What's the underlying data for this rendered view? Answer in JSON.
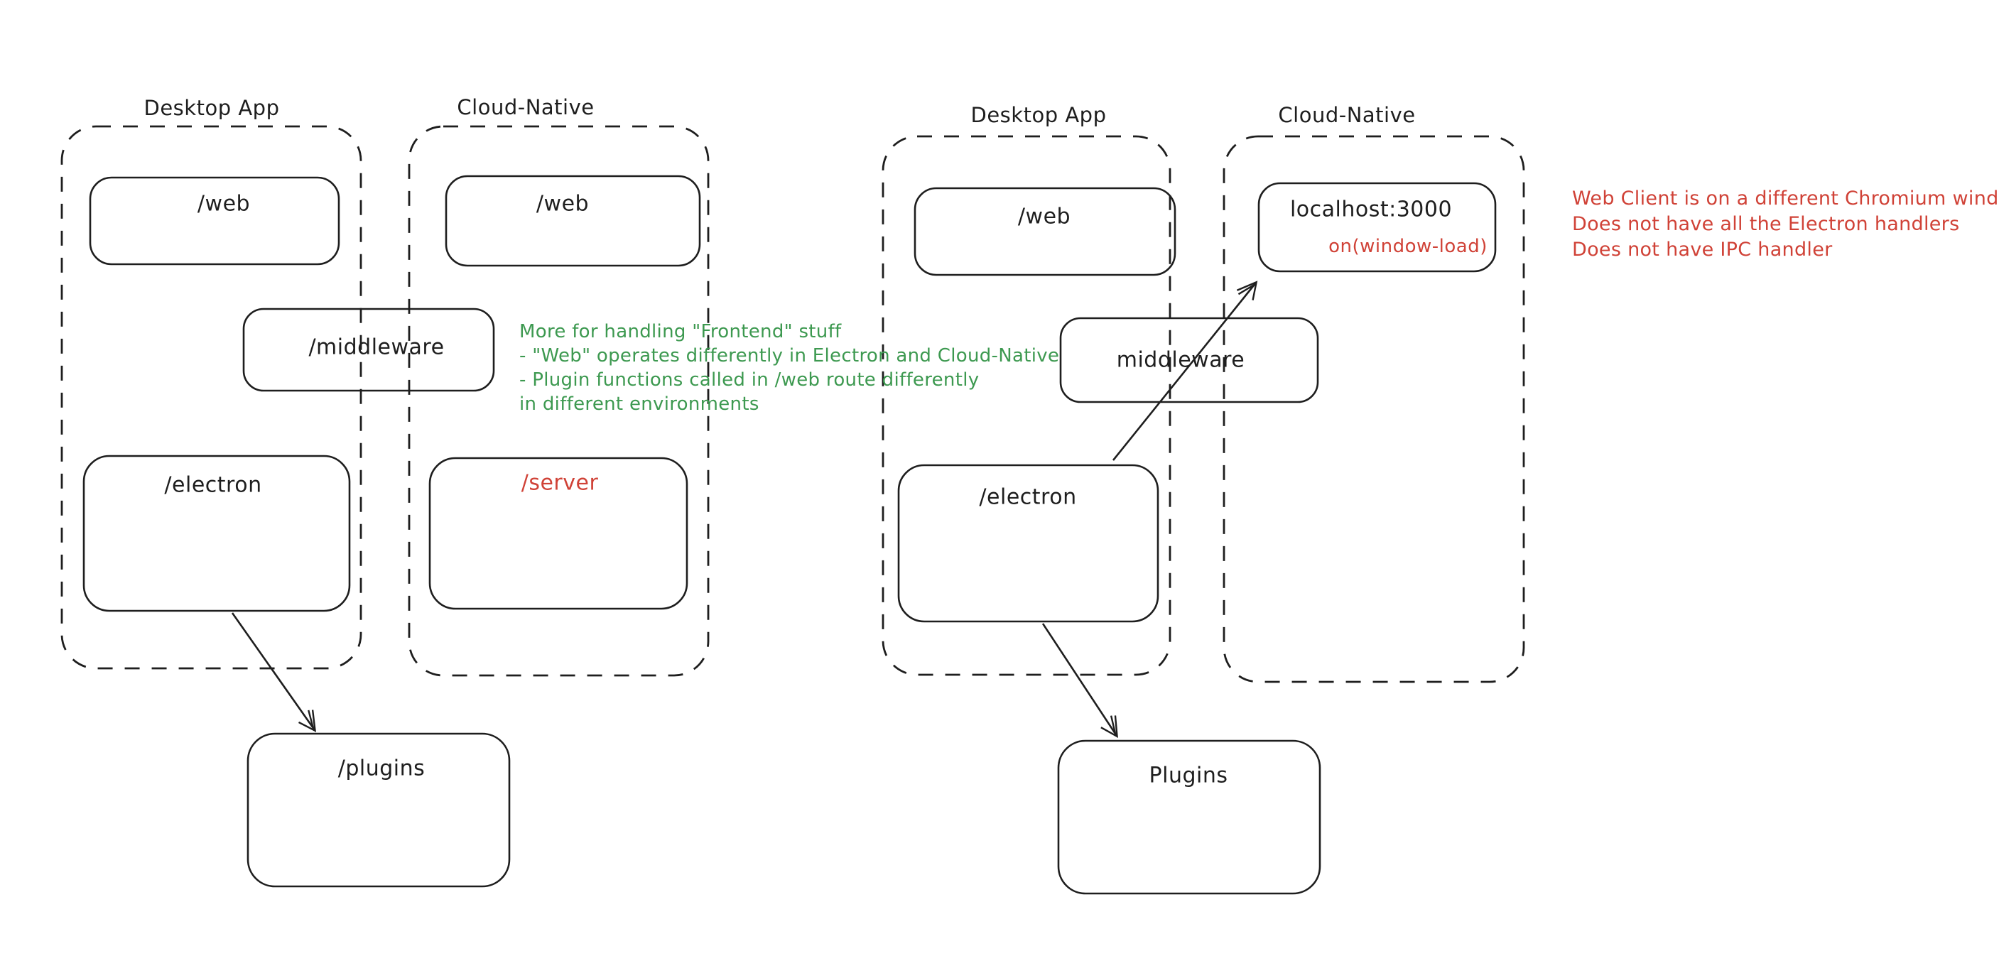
{
  "colors": {
    "ink": "#1e1e1e",
    "red": "#d04237",
    "green": "#3d9950",
    "bg": "#ffffff"
  },
  "left_diagram": {
    "desktop_container_label": "Desktop App",
    "cloud_container_label": "Cloud-Native",
    "desktop_web_box": "/web",
    "cloud_web_box": "/web",
    "middleware_box": "/middleware",
    "electron_box": "/electron",
    "server_box": "/server",
    "plugins_box": "/plugins"
  },
  "right_diagram": {
    "desktop_container_label": "Desktop App",
    "cloud_container_label": "Cloud-Native",
    "desktop_web_box": "/web",
    "middleware_box": "middleware",
    "electron_box": "/electron",
    "localhost_box": "localhost:3000",
    "localhost_event": "on(window-load)",
    "plugins_box": "Plugins"
  },
  "annotations": {
    "green_note_lines": [
      "More for handling \"Frontend\" stuff",
      "- \"Web\" operates differently in Electron and Cloud-Native",
      "- Plugin functions called in /web route differently",
      "in different environments"
    ],
    "red_note_lines": [
      "Web Client is on a different Chromium window",
      "Does not have all the Electron handlers",
      "Does not have IPC handler"
    ]
  }
}
